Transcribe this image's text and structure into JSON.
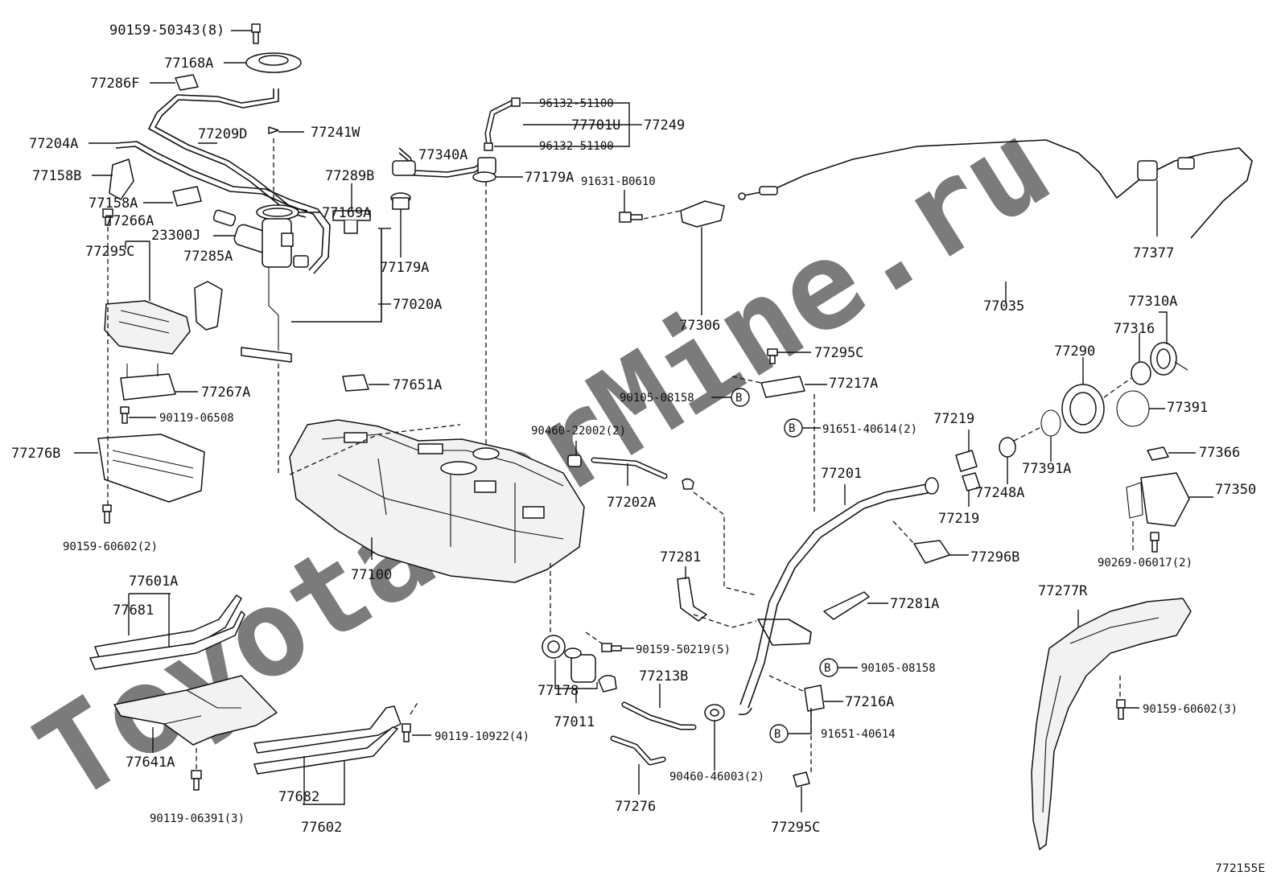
{
  "watermark": "ToyotaCarMine.ru",
  "diagram_code": "772155E",
  "labels": {
    "l_90159_50343": "90159-50343(8)",
    "l_77168A": "77168A",
    "l_77286F": "77286F",
    "l_77204A": "77204A",
    "l_77209D": "77209D",
    "l_77241W": "77241W",
    "l_77158B": "77158B",
    "l_77158A": "77158A",
    "l_77289B": "77289B",
    "l_77266A": "77266A",
    "l_23300J": "23300J",
    "l_77295C_a": "77295C",
    "l_77285A": "77285A",
    "l_77169A": "77169A",
    "l_77020A": "77020A",
    "l_96132_51100_a": "96132-51100",
    "l_77701U": "77701U",
    "l_77249": "77249",
    "l_96132_51100_b": "96132-51100",
    "l_77340A": "77340A",
    "l_77179A_a": "77179A",
    "l_77179A_b": "77179A",
    "l_77267A": "77267A",
    "l_90119_06508": "90119-06508",
    "l_77276B": "77276B",
    "l_90159_60602_a": "90159-60602(2)",
    "l_77651A": "77651A",
    "l_77100": "77100",
    "l_91631_B0610": "91631-B0610",
    "l_77306": "77306",
    "l_77035": "77035",
    "l_77377": "77377",
    "l_77310A": "77310A",
    "l_77316": "77316",
    "l_77290": "77290",
    "l_77391": "77391",
    "l_77295C_b": "77295C",
    "l_77217A": "77217A",
    "l_90105_08158_a": "90105-08158",
    "l_91651_40614_a": "91651-40614(2)",
    "l_90460_22002": "90460-22002(2)",
    "l_77202A": "77202A",
    "l_77219_a": "77219",
    "l_77219_b": "77219",
    "l_77248A": "77248A",
    "l_77391A": "77391A",
    "l_77366": "77366",
    "l_77350": "77350",
    "l_90269_06017": "90269-06017(2)",
    "l_77201": "77201",
    "l_77296B": "77296B",
    "l_77281": "77281",
    "l_77281A": "77281A",
    "l_77277R": "77277R",
    "l_77601A": "77601A",
    "l_77681": "77681",
    "l_90159_50219": "90159-50219(5)",
    "l_77178": "77178",
    "l_77011": "77011",
    "l_77213B": "77213B",
    "l_90105_08158_b": "90105-08158",
    "l_77216A": "77216A",
    "l_91651_40614_b": "91651-40614",
    "l_90159_60602_b": "90159-60602(3)",
    "l_90119_10922": "90119-10922(4)",
    "l_77641A": "77641A",
    "l_90119_06391": "90119-06391(3)",
    "l_77682": "77682",
    "l_77602": "77602",
    "l_77276": "77276",
    "l_90460_46003": "90460-46003(2)",
    "l_77295C_c": "77295C",
    "b_marker": "B"
  }
}
